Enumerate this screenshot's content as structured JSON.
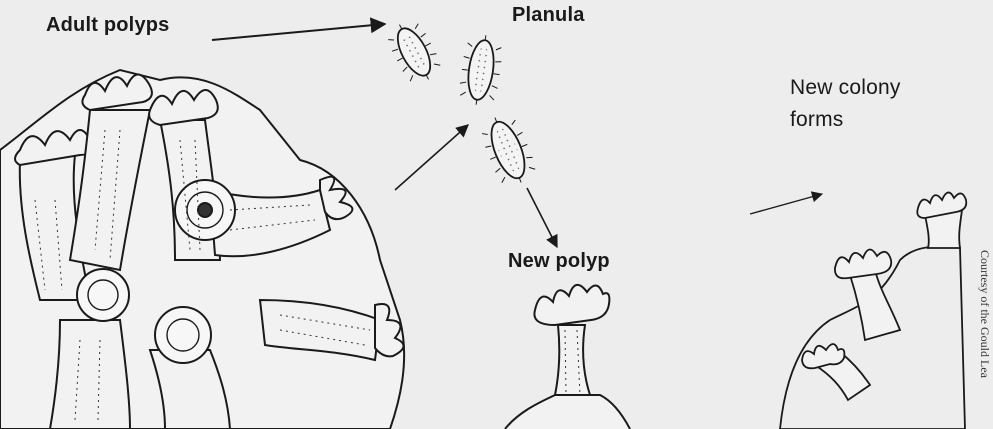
{
  "labels": {
    "adult_polyps": "Adult polyps",
    "planula": "Planula",
    "new_polyp": "New polyp",
    "new_colony_line1": "New colony",
    "new_colony_line2": "forms"
  },
  "credit": "Courtesy of the Gould Lea",
  "colors": {
    "ink": "#1a1a1a",
    "paper": "#ededed"
  }
}
